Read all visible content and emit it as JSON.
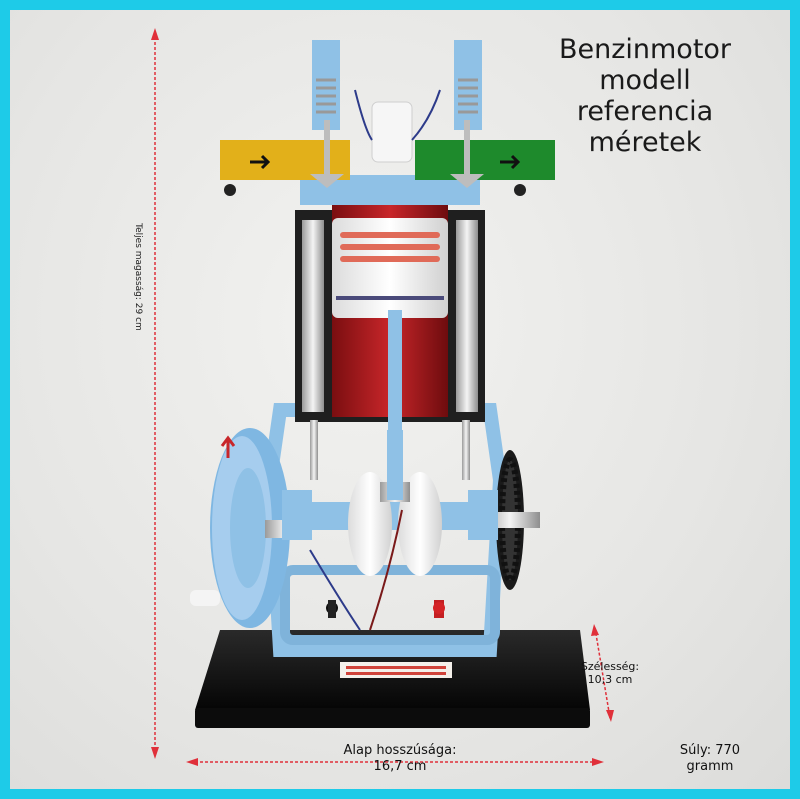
{
  "title": {
    "line1": "Benzinmotor",
    "line2": "modell referencia",
    "line3": "méretek"
  },
  "dimensions": {
    "height_label": "Teljes magasság: 29 cm",
    "length_label_line1": "Alap hosszúsága:",
    "length_label_line2": "16,7 cm",
    "width_label_line1": "Szélesség:",
    "width_label_line2": "10,3 cm",
    "weight_label_line1": "Súly: 770",
    "weight_label_line2": "gramm"
  },
  "colors": {
    "frame": "#1ecbe8",
    "dimension_arrows": "#e0303a",
    "model_blue": "#8fc1e6",
    "cylinder_red": "#b21a1c",
    "intake_yellow": "#e2b01a",
    "exhaust_green": "#1e8a2c",
    "base_black": "#151515"
  }
}
